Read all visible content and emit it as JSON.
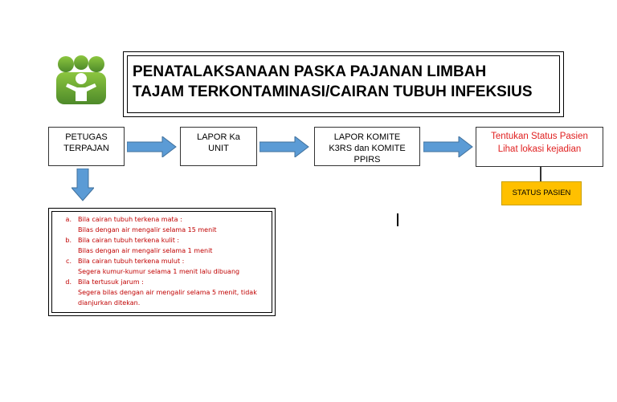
{
  "title": {
    "line1": "PENATALAKSANAAN PASKA PAJANAN LIMBAH",
    "line2": "TAJAM TERKONTAMINASI/CAIRAN TUBUH INFEKSIUS"
  },
  "flow": {
    "step1": [
      "PETUGAS",
      "TERPAJAN"
    ],
    "step2": [
      "LAPOR Ka",
      "UNIT"
    ],
    "step3": [
      "LAPOR KOMITE",
      "K3RS dan KOMITE",
      "PPIRS"
    ],
    "step4": [
      "Tentukan Status Pasien",
      "Lihat lokasi kejadian"
    ],
    "status_label": "STATUS PASIEN"
  },
  "instructions": [
    {
      "letter": "a.",
      "heading": "Bila cairan tubuh terkena mata :",
      "detail": [
        "Bilas dengan air mengalir selama 15 menit"
      ]
    },
    {
      "letter": "b.",
      "heading": "Bila cairan tubuh terkena kulit :",
      "detail": [
        "Bilas dengan air mengalir selama 1 menit"
      ]
    },
    {
      "letter": "c.",
      "heading": "Bila cairan tubuh terkena mulut :",
      "detail": [
        "Segera kumur-kumur selama 1 menit lalu dibuang"
      ]
    },
    {
      "letter": "d.",
      "heading": "Bila tertusuk jarum :",
      "detail": [
        "Segera bilas dengan air mengalir selama 5 menit, tidak",
        "dianjurkan ditekan."
      ]
    }
  ],
  "colors": {
    "arrow": "#5b9bd5",
    "status_fill": "#ffc000",
    "instruction_text": "#c00000",
    "step4_text": "#e02020",
    "logo_green": "#6aa84f"
  },
  "icons": {
    "logo": "people-group-logo-icon"
  }
}
